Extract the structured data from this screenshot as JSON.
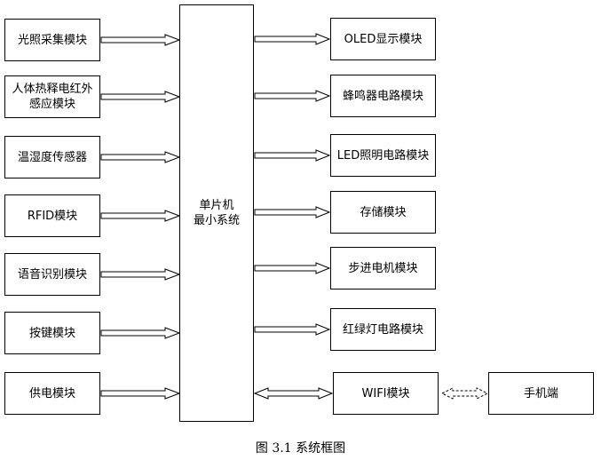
{
  "center": {
    "label": "单片机\n最小系统"
  },
  "inputs": [
    {
      "label": "光照采集模块"
    },
    {
      "label": "人体热释电红外\n感应模块"
    },
    {
      "label": "温湿度传感器"
    },
    {
      "label": "RFID模块"
    },
    {
      "label": "语音识别模块"
    },
    {
      "label": "按键模块"
    },
    {
      "label": "供电模块"
    }
  ],
  "outputs": [
    {
      "label": "OLED显示模块"
    },
    {
      "label": "蜂鸣器电路模块"
    },
    {
      "label": "LED照明电路模块"
    },
    {
      "label": "存储模块"
    },
    {
      "label": "步进电机模块"
    },
    {
      "label": "红绿灯电路模块"
    }
  ],
  "wifi": {
    "label": "WIFI模块"
  },
  "phone": {
    "label": "手机端"
  },
  "caption": "图 3.1  系统框图"
}
